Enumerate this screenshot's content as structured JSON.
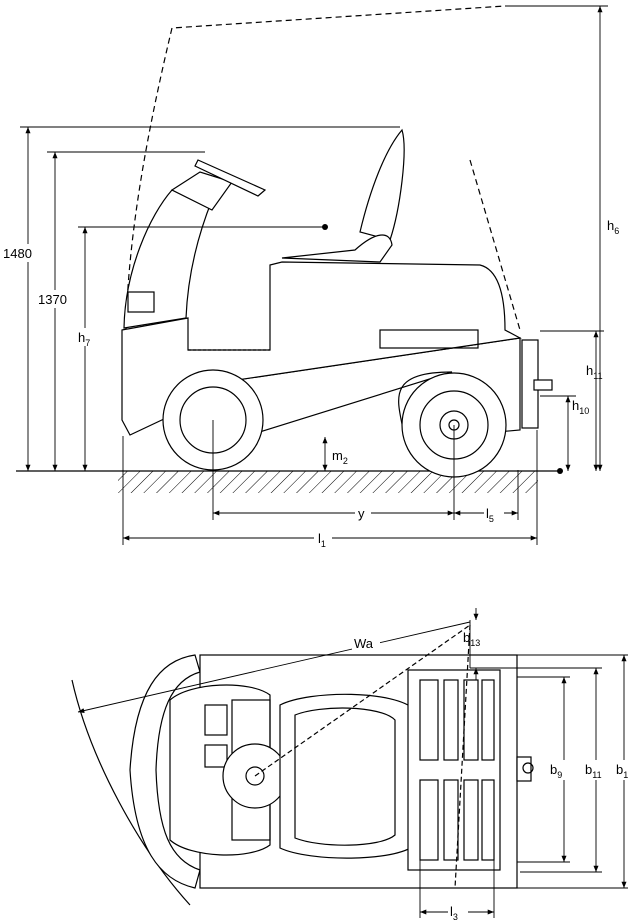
{
  "side_view": {
    "dim_1480": "1480",
    "dim_1370": "1370",
    "h7": {
      "base": "h",
      "sub": "7"
    },
    "h6": {
      "base": "h",
      "sub": "6"
    },
    "h11": {
      "base": "h",
      "sub": "11"
    },
    "h10": {
      "base": "h",
      "sub": "10"
    },
    "m2": {
      "base": "m",
      "sub": "2"
    },
    "y": "y",
    "l5": {
      "base": "l",
      "sub": "5"
    },
    "l1": {
      "base": "l",
      "sub": "1"
    }
  },
  "top_view": {
    "wa": "Wa",
    "b13": {
      "base": "b",
      "sub": "13"
    },
    "b9": {
      "base": "b",
      "sub": "9"
    },
    "b11": {
      "base": "b",
      "sub": "11"
    },
    "b1": {
      "base": "b",
      "sub": "1"
    },
    "l3": {
      "base": "l",
      "sub": "3"
    }
  }
}
